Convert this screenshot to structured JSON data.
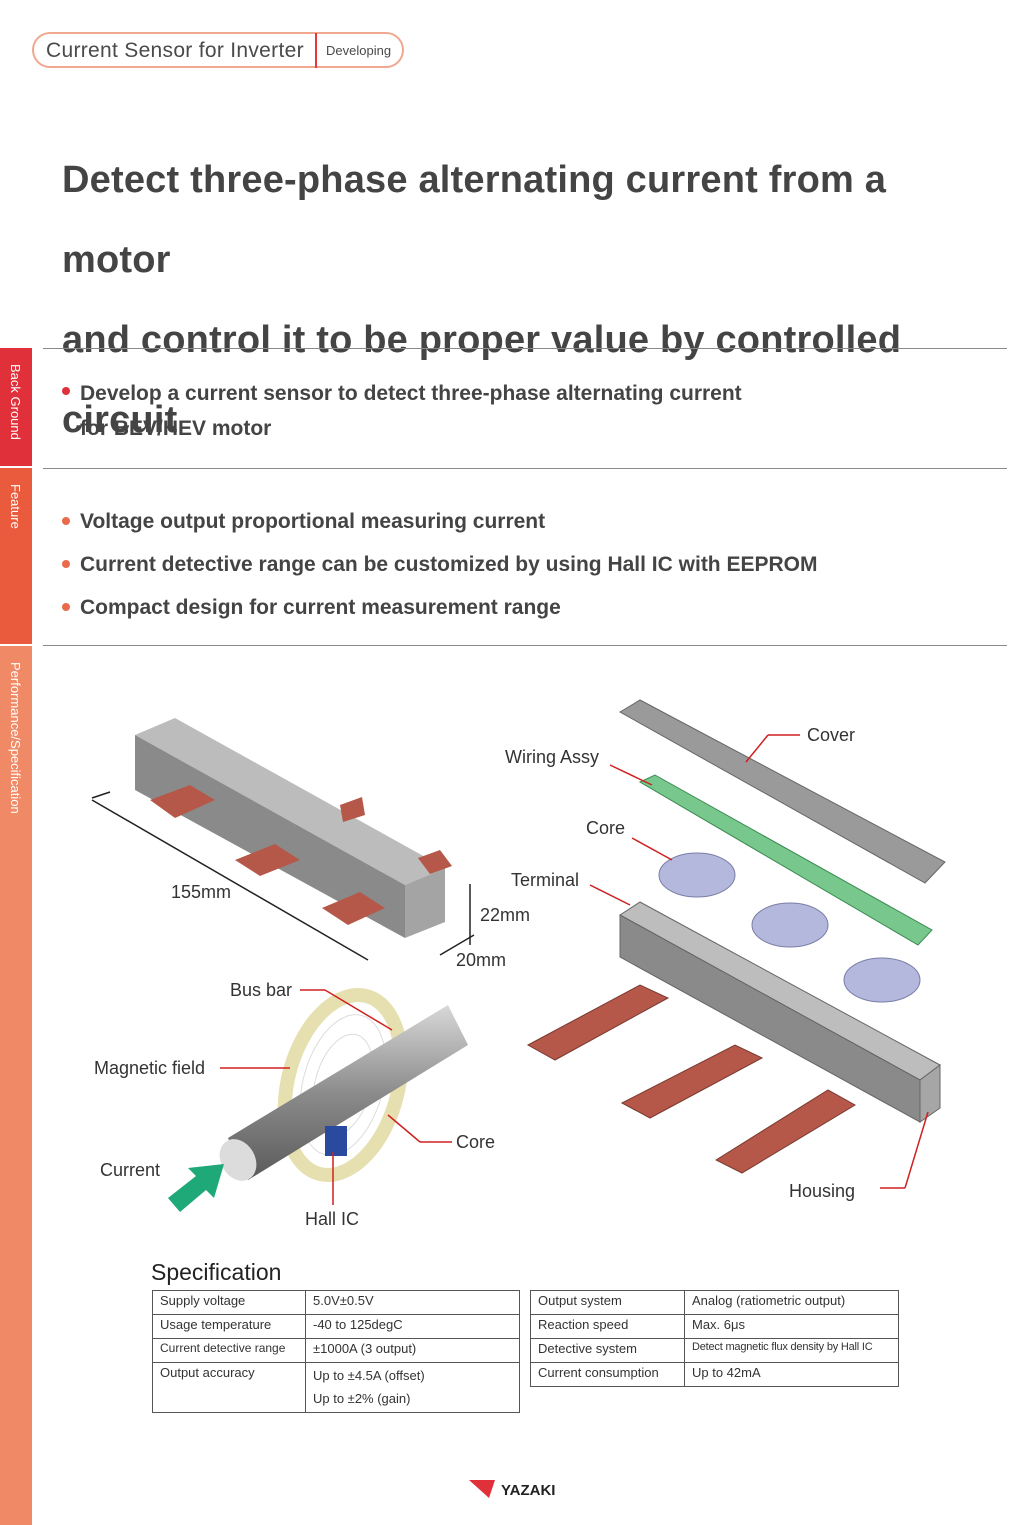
{
  "header": {
    "title": "Current Sensor for Inverter",
    "tag": "Developing"
  },
  "headline": {
    "line1": "Detect three-phase alternating current from a motor",
    "line2": "and control it to be proper value by controlled circuit"
  },
  "tabs": {
    "background": "Back Ground",
    "feature": "Feature",
    "performance": "Performance/Specification"
  },
  "background": {
    "line1": "Develop a current sensor to detect three-phase alternating current",
    "line2": "for BEV/HEV motor"
  },
  "features": [
    "Voltage output proportional measuring current",
    "Current detective range can be customized by using Hall IC with EEPROM",
    "Compact design for current measurement range"
  ],
  "figure": {
    "dim_length": "155mm",
    "dim_height": "22mm",
    "dim_depth": "20mm",
    "bus_bar": "Bus bar",
    "magnetic_field": "Magnetic field",
    "core_left": "Core",
    "current": "Current",
    "hall_ic": "Hall IC",
    "cover": "Cover",
    "wiring_assy": "Wiring Assy",
    "core_right": "Core",
    "terminal": "Terminal",
    "housing": "Housing"
  },
  "spec": {
    "title": "Specification",
    "left": [
      [
        "Supply voltage",
        "5.0V±0.5V"
      ],
      [
        "Usage temperature",
        "-40 to 125degC"
      ],
      [
        "Current detective range",
        "±1000A (3 output)"
      ],
      [
        "Output accuracy",
        "Up to ±4.5A (offset)"
      ],
      [
        "",
        "Up to ±2% (gain)"
      ]
    ],
    "right": [
      [
        "Output system",
        "Analog (ratiometric output)"
      ],
      [
        "Reaction speed",
        "Max. 6μs"
      ],
      [
        "Detective system",
        "Detect magnetic flux density by Hall IC"
      ],
      [
        "Current consumption",
        "Up to 42mA"
      ]
    ]
  },
  "logo": {
    "text": "YAZAKI"
  },
  "colors": {
    "red": "#e0303a",
    "orange": "#ea5a3c",
    "salmon": "#f08a66",
    "copper": "#b8574a",
    "pcb": "#6ec48a"
  }
}
